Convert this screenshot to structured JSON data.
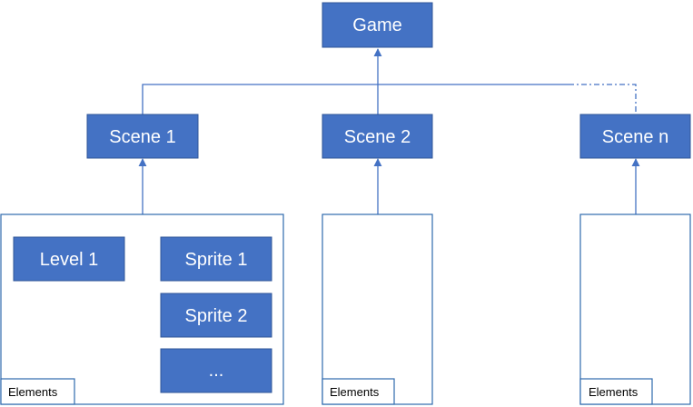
{
  "colors": {
    "node_fill": "#4472C4",
    "node_stroke": "#2F5597",
    "line": "#4472C4",
    "container_stroke": "#2F6AAE",
    "label_stroke": "#2F6AAE"
  },
  "nodes": {
    "game": "Game",
    "scene1": "Scene 1",
    "scene2": "Scene 2",
    "scene_n": "Scene n",
    "level1": "Level 1",
    "sprite1": "Sprite 1",
    "sprite2": "Sprite 2",
    "ellipsis": "..."
  },
  "containers": {
    "scene1_label": "Elements",
    "scene2_label": "Elements",
    "scene_n_label": "Elements"
  }
}
